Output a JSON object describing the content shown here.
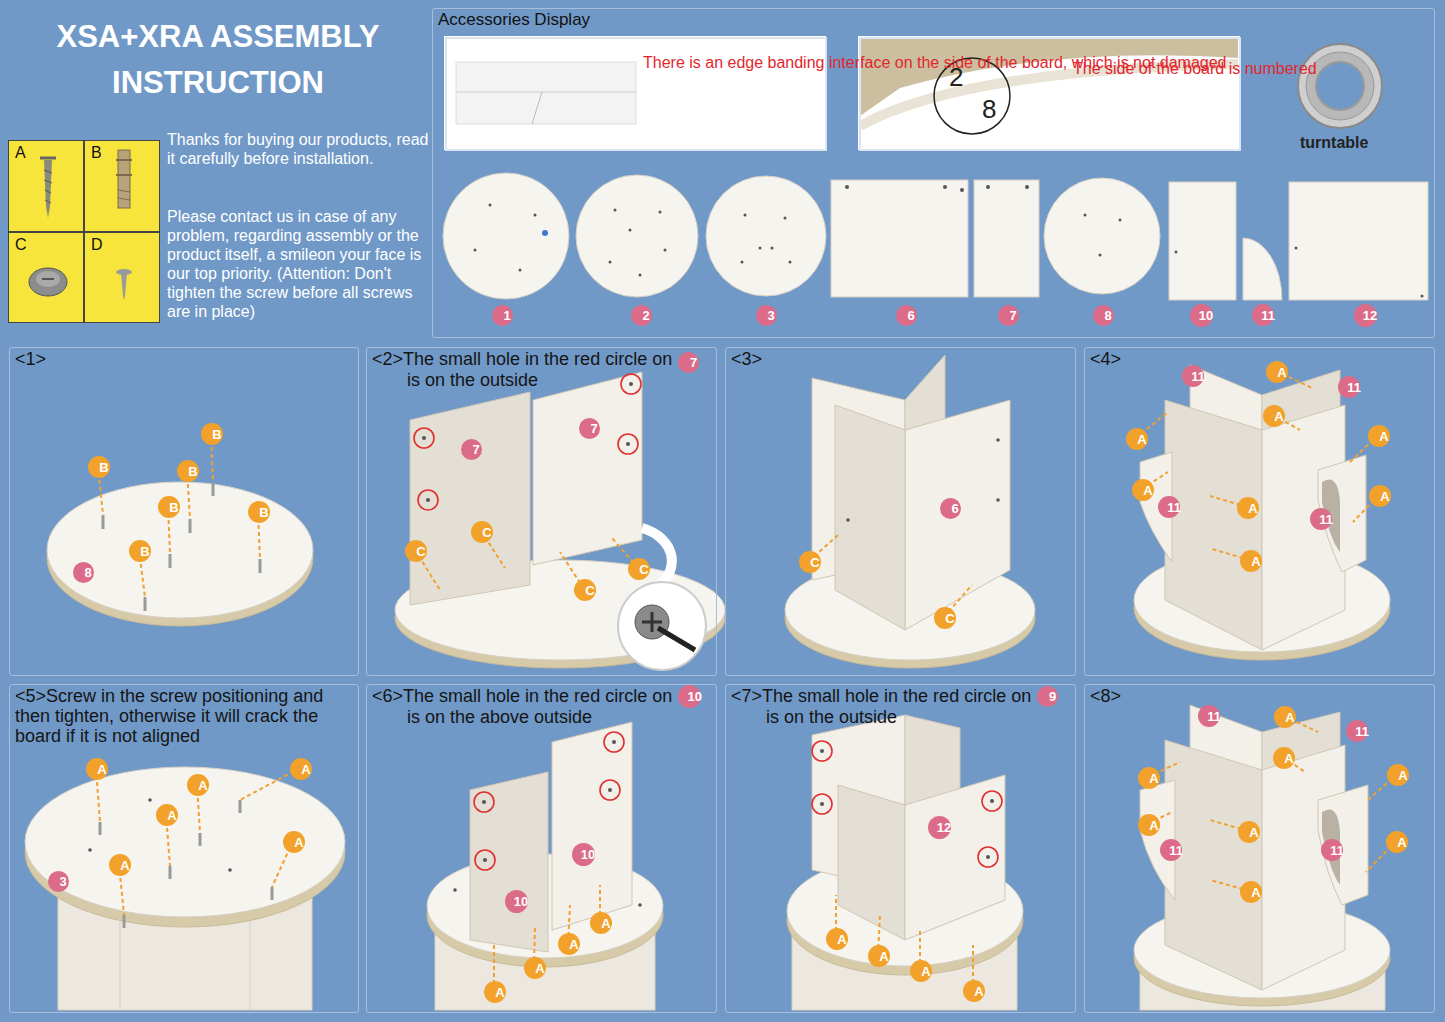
{
  "diagram": {
    "title": "XSA+XRA ASSEMBLY INSTRUCTION",
    "nodes": [
      {
        "text": [
          "A"
        ]
      },
      {
        "text": [
          "B"
        ]
      },
      {
        "text": [
          "C"
        ]
      },
      {
        "text": [
          "D"
        ]
      },
      {
        "text": [
          "Accessories Display"
        ]
      },
      {
        "text": [
          "There is an edge banding interface on the side of the board, which is not damaged"
        ],
        "in": 4
      },
      {
        "text": [
          "The side of the board is numbered"
        ],
        "in": 4
      },
      {
        "text": [
          "1"
        ],
        "in": 4
      },
      {
        "text": [
          "2"
        ],
        "in": 4
      },
      {
        "text": [
          "3"
        ],
        "in": 4
      },
      {
        "text": [
          "6"
        ],
        "in": 4
      },
      {
        "text": [
          "7"
        ],
        "in": 4
      },
      {
        "text": [
          "8"
        ],
        "in": 4
      },
      {
        "text": [
          "10"
        ],
        "in": 4
      },
      {
        "text": [
          "11"
        ],
        "in": 4
      },
      {
        "text": [
          "12"
        ],
        "in": 4
      },
      {
        "text": [
          "<1>"
        ]
      },
      {
        "text": [
          "B"
        ],
        "in": 16
      },
      {
        "text": [
          "B"
        ],
        "in": 16
      },
      {
        "text": [
          "B"
        ],
        "in": 16
      },
      {
        "text": [
          "B"
        ],
        "in": 16
      },
      {
        "text": [
          "B"
        ],
        "in": 16
      },
      {
        "text": [
          "B"
        ],
        "in": 16
      },
      {
        "text": [
          "8"
        ],
        "in": 16
      },
      {
        "text": [
          "<2>The small hole in the red circle on",
          "is on the outside"
        ]
      },
      {
        "text": [
          "7"
        ],
        "in": 24
      },
      {
        "text": [
          "7"
        ],
        "in": 24
      },
      {
        "text": [
          "7"
        ],
        "in": 24
      },
      {
        "text": [
          "C"
        ],
        "in": 24
      },
      {
        "text": [
          "C"
        ],
        "in": 24
      },
      {
        "text": [
          "C"
        ],
        "in": 24
      },
      {
        "text": [
          "C"
        ],
        "in": 24
      },
      {
        "text": [
          "<3>"
        ]
      },
      {
        "text": [
          "6"
        ],
        "in": 32
      },
      {
        "text": [
          "C"
        ],
        "in": 32
      },
      {
        "text": [
          "C"
        ],
        "in": 32
      },
      {
        "text": [
          "<4>"
        ]
      },
      {
        "text": [
          "11"
        ],
        "in": 36
      },
      {
        "text": [
          "A"
        ],
        "in": 36
      },
      {
        "text": [
          "11"
        ],
        "in": 36
      },
      {
        "text": [
          "A"
        ],
        "in": 36
      },
      {
        "text": [
          "A"
        ],
        "in": 36
      },
      {
        "text": [
          "A"
        ],
        "in": 36
      },
      {
        "text": [
          "A"
        ],
        "in": 36
      },
      {
        "text": [
          "A"
        ],
        "in": 36
      },
      {
        "text": [
          "11"
        ],
        "in": 36
      },
      {
        "text": [
          "A"
        ],
        "in": 36
      },
      {
        "text": [
          "11"
        ],
        "in": 36
      },
      {
        "text": [
          "A"
        ],
        "in": 36
      },
      {
        "text": [
          "<5>Screw in the screw positioning and then tighten, otherwise it will crack the board if it is not aligned"
        ]
      },
      {
        "text": [
          "A"
        ],
        "in": 49
      },
      {
        "text": [
          "A"
        ],
        "in": 49
      },
      {
        "text": [
          "A"
        ],
        "in": 49
      },
      {
        "text": [
          "A"
        ],
        "in": 49
      },
      {
        "text": [
          "A"
        ],
        "in": 49
      },
      {
        "text": [
          "3"
        ],
        "in": 49
      },
      {
        "text": [
          "A"
        ],
        "in": 49
      },
      {
        "text": [
          "<6>The small hole in the red circle on",
          "is on the above outside"
        ]
      },
      {
        "text": [
          "10"
        ],
        "in": 57
      },
      {
        "text": [
          "10"
        ],
        "in": 57
      },
      {
        "text": [
          "10"
        ],
        "in": 57
      },
      {
        "text": [
          "A"
        ],
        "in": 57
      },
      {
        "text": [
          "A"
        ],
        "in": 57
      },
      {
        "text": [
          "A"
        ],
        "in": 57
      },
      {
        "text": [
          "A"
        ],
        "in": 57
      },
      {
        "text": [
          "<7>The small hole in the red circle on",
          "is on the outside"
        ]
      },
      {
        "text": [
          "9"
        ],
        "in": 65
      },
      {
        "text": [
          "12"
        ],
        "in": 65
      },
      {
        "text": [
          "A"
        ],
        "in": 65
      },
      {
        "text": [
          "A"
        ],
        "in": 65
      },
      {
        "text": [
          "A"
        ],
        "in": 65
      },
      {
        "text": [
          "A"
        ],
        "in": 65
      },
      {
        "text": [
          "<8>"
        ]
      },
      {
        "text": [
          "11"
        ],
        "in": 72
      },
      {
        "text": [
          "A"
        ],
        "in": 72
      },
      {
        "text": [
          "11"
        ],
        "in": 72
      },
      {
        "text": [
          "A"
        ],
        "in": 72
      },
      {
        "text": [
          "A"
        ],
        "in": 72
      },
      {
        "text": [
          "A"
        ],
        "in": 72
      },
      {
        "text": [
          "A"
        ],
        "in": 72
      },
      {
        "text": [
          "A"
        ],
        "in": 72
      },
      {
        "text": [
          "A"
        ],
        "in": 72
      },
      {
        "text": [
          "11"
        ],
        "in": 72
      },
      {
        "text": [
          "11"
        ],
        "in": 72
      },
      {
        "text": [
          "A"
        ],
        "in": 72
      }
    ],
    "labels": [
      "Thanks for buying our products, read it carefully before installation.",
      "Please contact us in case of any problem, regarding assembly or the product itself, a smileon your face is our top priority. (Attention: Don't tighten the screw before all screws are in place)",
      "2",
      "8",
      "turntable"
    ]
  }
}
